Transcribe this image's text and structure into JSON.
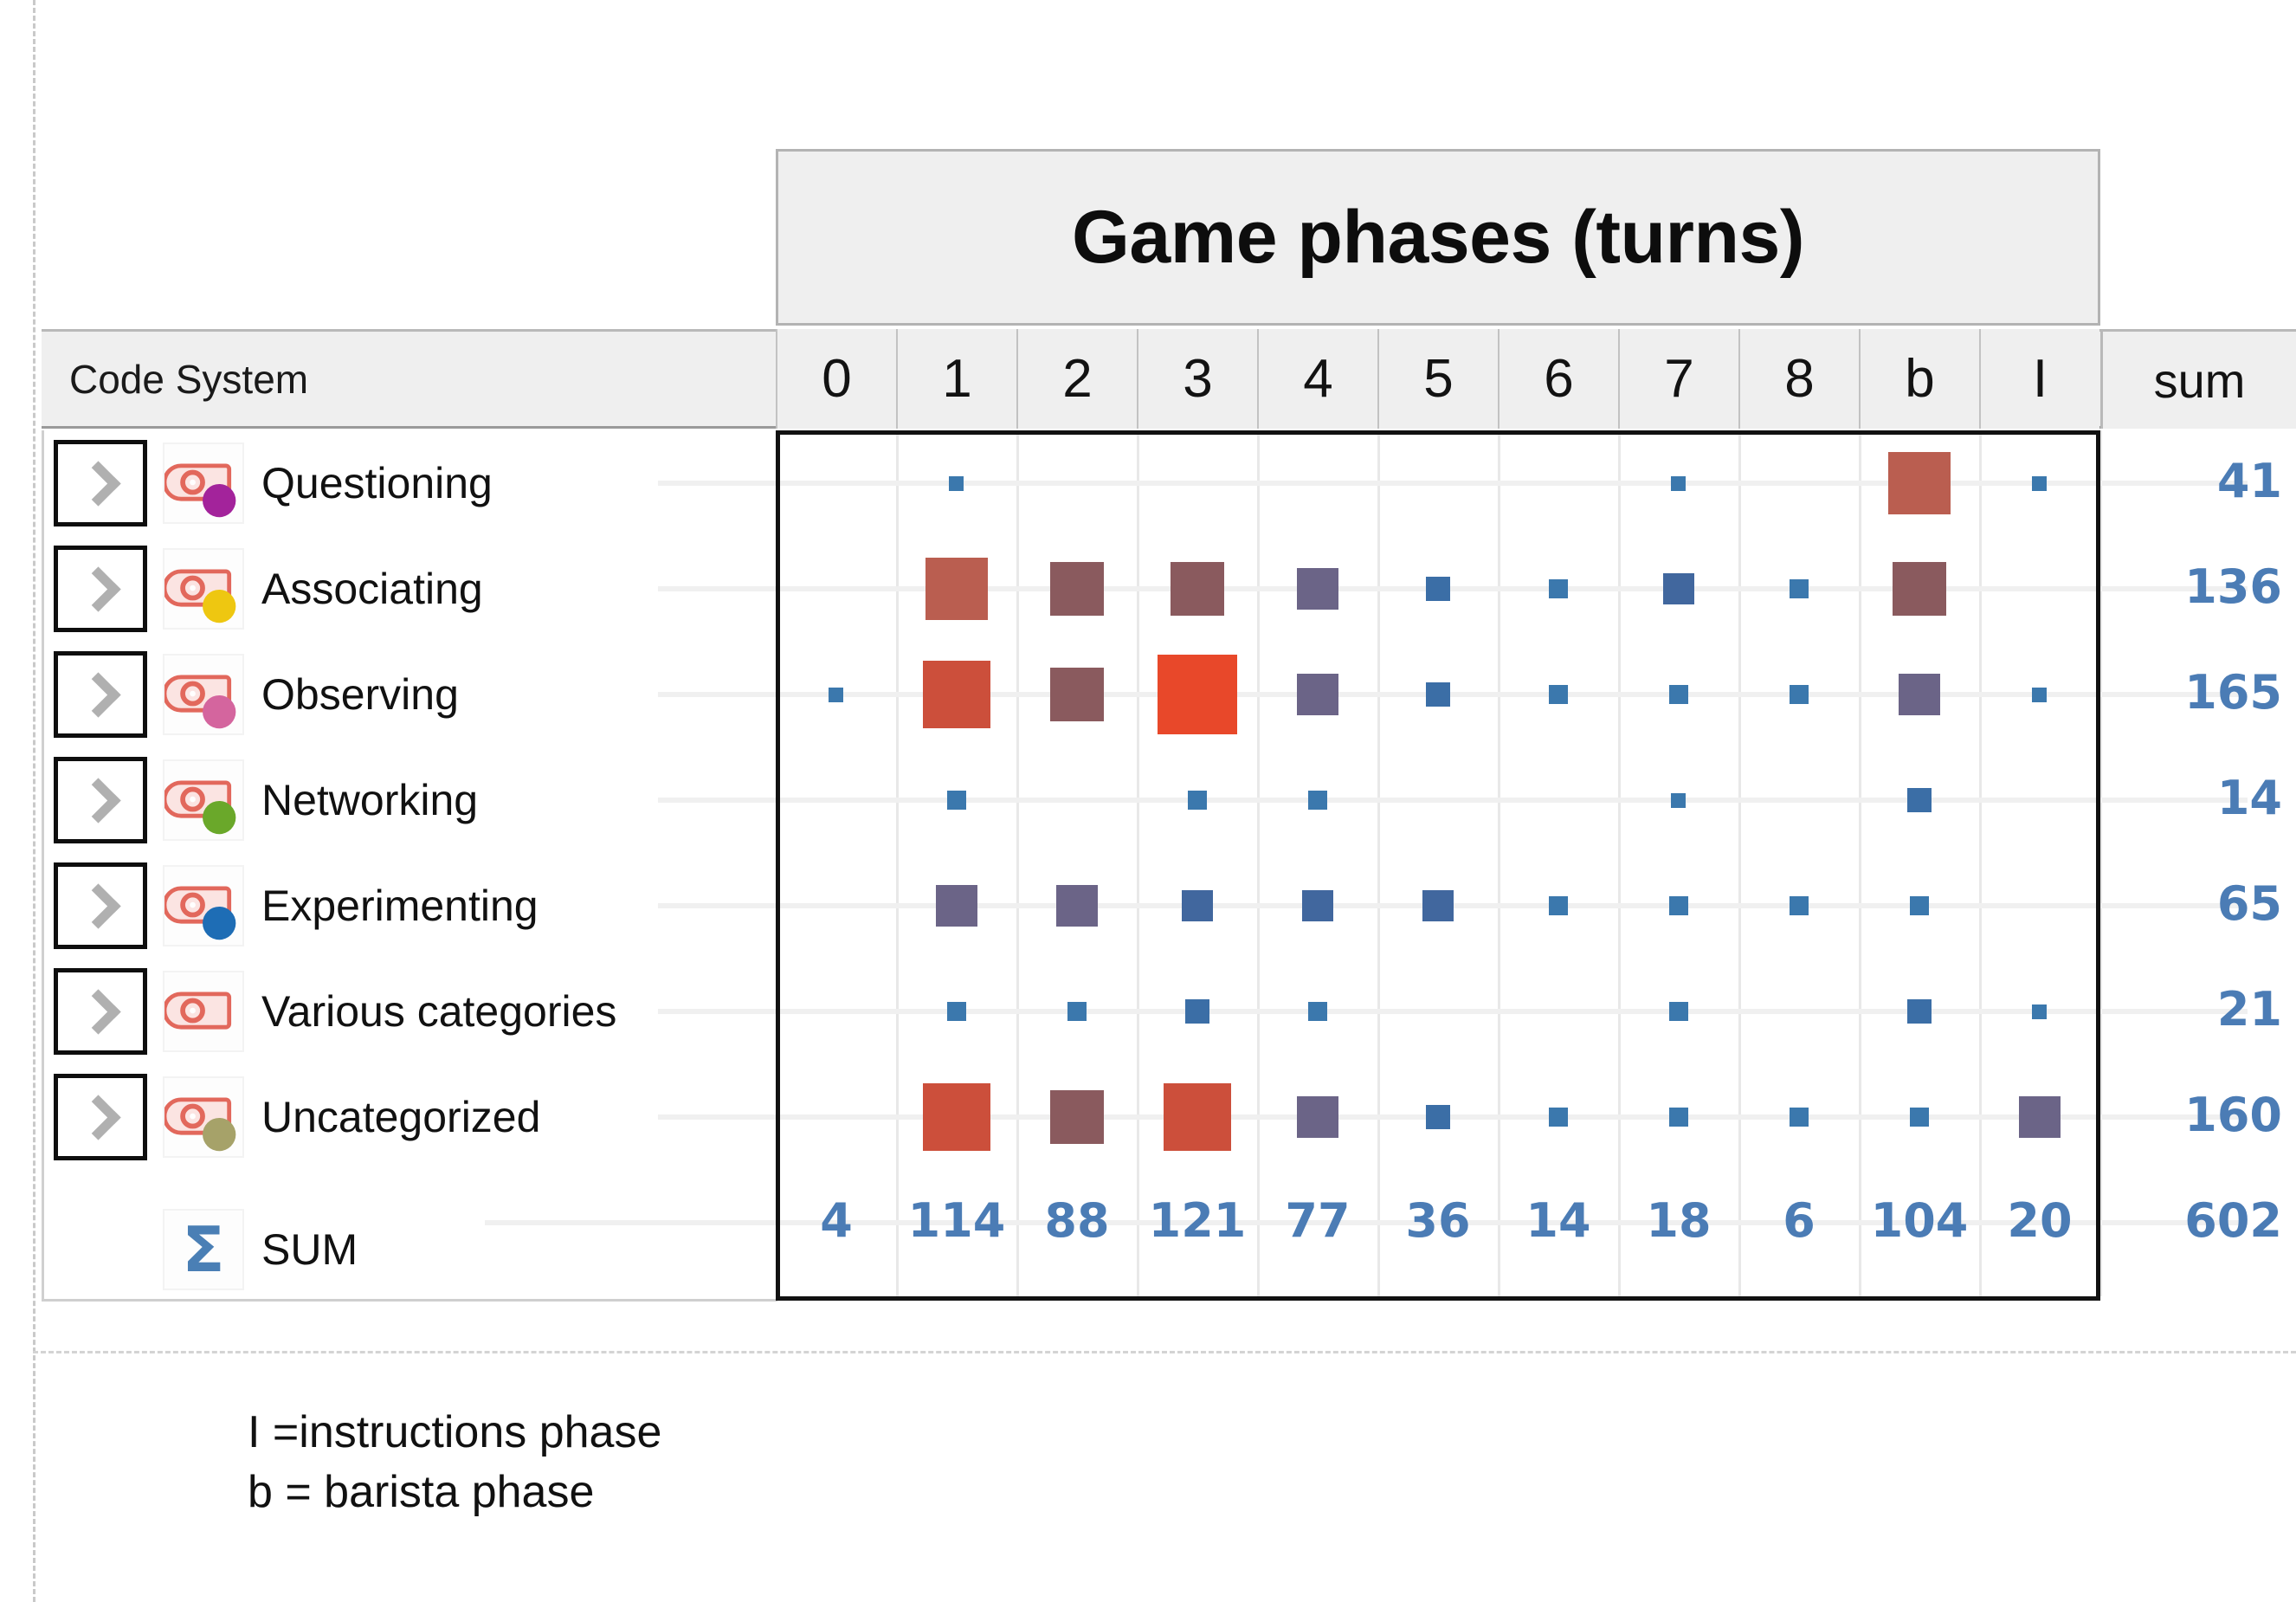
{
  "title": {
    "text": "Game phases (turns)"
  },
  "header": {
    "code_system_label": "Code System",
    "sum_label": "sum"
  },
  "legend": {
    "line1": "I =instructions phase",
    "line2": "b = barista phase"
  },
  "colors": {
    "value_blue": "#4b7cb5",
    "small_square": "#3b78ad",
    "medium_square": "#6b6487",
    "large_square_a": "#8a5a5e",
    "large_square_b": "#ba5e50",
    "xlarge_square": "#cc4f3b",
    "xxlarge_square": "#e8482a",
    "title_bg": "#efefef",
    "header_bg": "#efefef",
    "grid_line": "#e8e8e8",
    "row_band": "#f0f0f0"
  },
  "icons": {
    "expand": "chevron-right-icon",
    "code": "code-tag-icon",
    "sum": "sigma-icon"
  },
  "chart_data": {
    "type": "heatmap",
    "title": "Game phases (turns)",
    "xlabel": "Game phases (turns)",
    "ylabel": "Code System",
    "grid": true,
    "legend_position": "below",
    "categories": [
      "0",
      "1",
      "2",
      "3",
      "4",
      "5",
      "6",
      "7",
      "8",
      "b",
      "I"
    ],
    "row_labels": [
      "Questioning",
      "Associating",
      "Observing",
      "Networking",
      "Experimenting",
      "Various categories",
      "Uncategorized"
    ],
    "row_dot_colors": [
      "#a3239b",
      "#eec711",
      "#d4659e",
      "#6aa82a",
      "#1e6db5",
      "none",
      "#a6a269"
    ],
    "series": [
      {
        "name": "Questioning",
        "values": [
          0,
          2,
          0,
          0,
          0,
          0,
          0,
          2,
          0,
          35,
          2
        ]
      },
      {
        "name": "Associating",
        "values": [
          0,
          35,
          22,
          24,
          14,
          5,
          3,
          8,
          3,
          22,
          0
        ]
      },
      {
        "name": "Observing",
        "values": [
          2,
          40,
          25,
          48,
          18,
          6,
          3,
          3,
          3,
          15,
          2
        ]
      },
      {
        "name": "Networking",
        "values": [
          0,
          3,
          0,
          3,
          3,
          0,
          0,
          2,
          0,
          5,
          0
        ]
      },
      {
        "name": "Experimenting",
        "values": [
          0,
          14,
          14,
          8,
          9,
          9,
          3,
          3,
          3,
          3,
          0
        ]
      },
      {
        "name": "Various categories",
        "values": [
          0,
          3,
          3,
          5,
          3,
          0,
          0,
          3,
          0,
          6,
          2
        ]
      },
      {
        "name": "Uncategorized",
        "values": [
          0,
          39,
          26,
          38,
          18,
          6,
          3,
          3,
          3,
          3,
          14
        ]
      }
    ],
    "row_sums": [
      41,
      136,
      165,
      14,
      65,
      21,
      160
    ],
    "column_sums": [
      4,
      114,
      88,
      121,
      77,
      36,
      14,
      18,
      6,
      104,
      20
    ],
    "grand_total": 602,
    "sum_row_label": "SUM"
  }
}
